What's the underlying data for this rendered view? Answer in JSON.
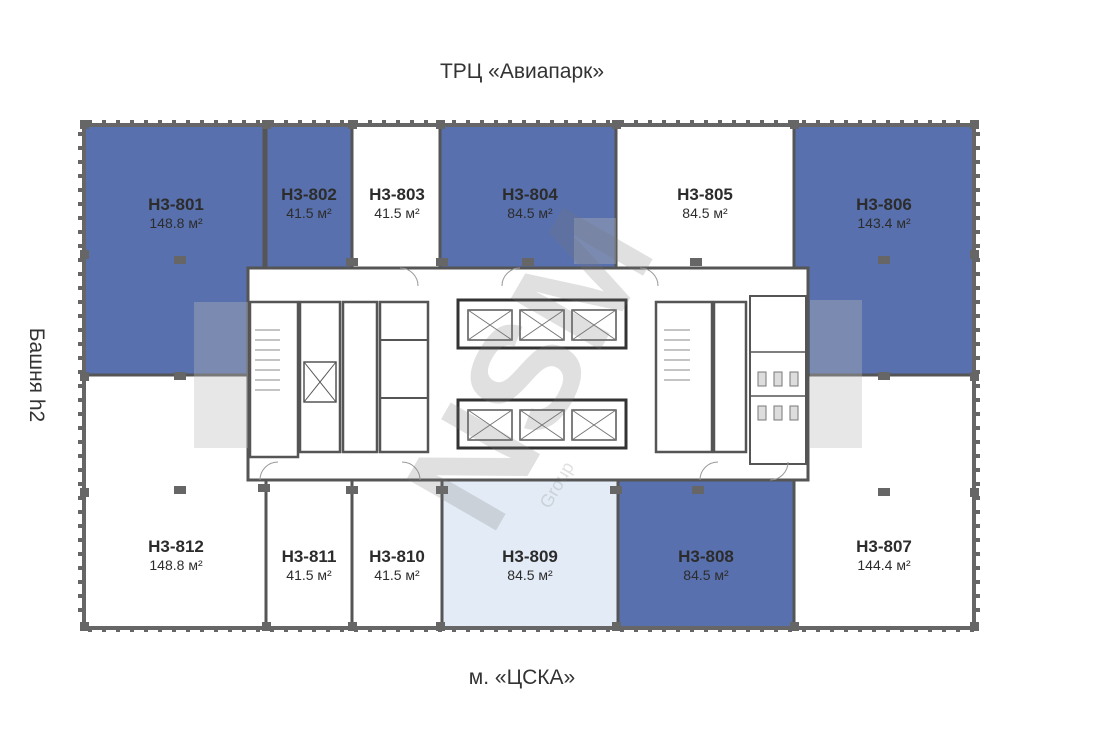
{
  "labels": {
    "top": "ТРЦ «Авиапарк»",
    "bottom": "м. «ЦСКА»",
    "left": "Башня h2"
  },
  "watermark": {
    "mark": "NSM",
    "sub": "Group"
  },
  "colors": {
    "occupied": "#5870ad",
    "reserved": "#e3ebf6",
    "available": "#ffffff",
    "wall": "#555555",
    "label_dark": "#2c2c2c",
    "label_light": "#ffffff"
  },
  "units": [
    {
      "id": "Н3-801",
      "area": "148.8 м²",
      "status": "occupied"
    },
    {
      "id": "Н3-802",
      "area": "41.5 м²",
      "status": "occupied"
    },
    {
      "id": "Н3-803",
      "area": "41.5 м²",
      "status": "available"
    },
    {
      "id": "Н3-804",
      "area": "84.5 м²",
      "status": "occupied"
    },
    {
      "id": "Н3-805",
      "area": "84.5 м²",
      "status": "available"
    },
    {
      "id": "Н3-806",
      "area": "143.4 м²",
      "status": "occupied"
    },
    {
      "id": "Н3-807",
      "area": "144.4 м²",
      "status": "available"
    },
    {
      "id": "Н3-808",
      "area": "84.5 м²",
      "status": "occupied"
    },
    {
      "id": "Н3-809",
      "area": "84.5 м²",
      "status": "reserved"
    },
    {
      "id": "Н3-810",
      "area": "41.5 м²",
      "status": "available"
    },
    {
      "id": "Н3-811",
      "area": "41.5 м²",
      "status": "available"
    },
    {
      "id": "Н3-812",
      "area": "148.8 м²",
      "status": "available"
    }
  ]
}
